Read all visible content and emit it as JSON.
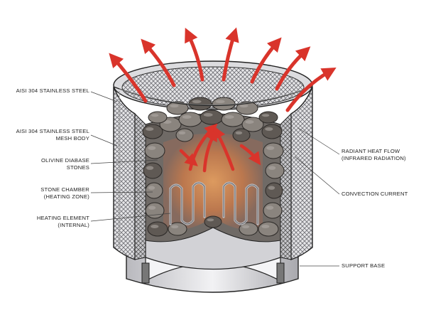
{
  "labels": {
    "stainless_steel": [
      "AISI 304 STAINLESS STEEL"
    ],
    "mesh_body": [
      "AISI 304 STAINLESS STEEL",
      "MESH BODY"
    ],
    "stones": [
      "OLIVINE DIABASE",
      "STONES"
    ],
    "stone_chamber": [
      "STONE CHAMBER",
      "(HEATING ZONE)"
    ],
    "heating_element": [
      "HEATING ELEMENT",
      "(INTERNAL)"
    ],
    "radiant_heat": [
      "RADIANT HEAT FLOW",
      "(INFRARED RADIATION)"
    ],
    "convection": [
      "CONVECTION CURRENT"
    ],
    "support_base": [
      "SUPPORT BASE"
    ]
  },
  "colors": {
    "heat_arrow": "#d9342b",
    "stone": "#8a847e",
    "stone_dark": "#5f5954",
    "steel": "#d9d9dc",
    "steel_dark": "#9a9aa0",
    "glow": "#e07a3a",
    "outline": "#222222"
  }
}
